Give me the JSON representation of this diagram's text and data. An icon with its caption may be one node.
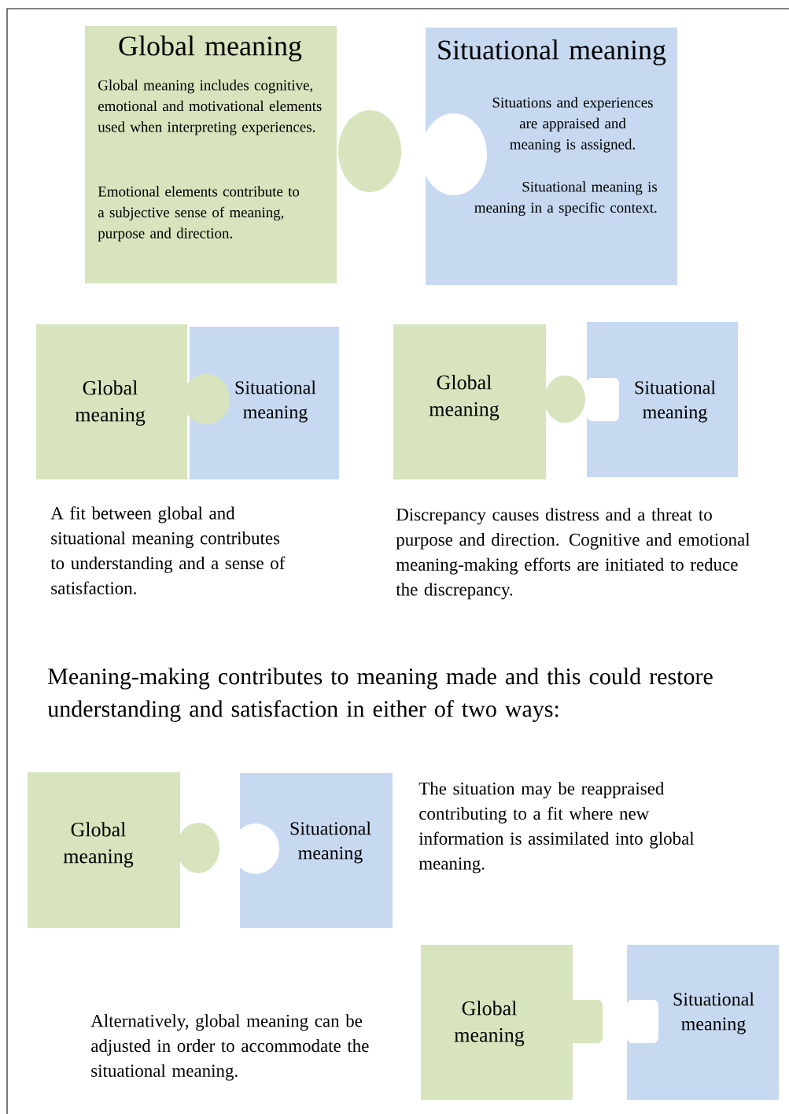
{
  "diagram": {
    "nodes": [
      {
        "text": [
          "Global meaning",
          "Global meaning includes cognitive, emotional and motivational elements used when interpreting experiences.",
          "Emotional elements contribute to a subjective sense of meaning, purpose and direction."
        ]
      },
      {
        "text": [
          "Situational meaning",
          "Situations and experiences are appraised and meaning is assigned.",
          "Situational meaning is meaning in a specific context."
        ]
      },
      {
        "text": [
          "Global meaning"
        ]
      },
      {
        "text": [
          "Situational meaning"
        ]
      },
      {
        "text": [
          "Global meaning"
        ]
      },
      {
        "text": [
          "Situational meaning"
        ]
      },
      {
        "text": [
          "Global meaning"
        ]
      },
      {
        "text": [
          "Situational meaning"
        ]
      },
      {
        "text": [
          "Global meaning"
        ]
      },
      {
        "text": [
          "Situational meaning"
        ]
      }
    ],
    "labels": [
      "A fit between global and situational meaning contributes to understanding and a sense of satisfaction.",
      "Discrepancy causes distress and a threat to purpose and direction. Cognitive and emotional meaning-making efforts are initiated to reduce the discrepancy.",
      "Meaning-making contributes to meaning made and this could restore understanding and satisfaction in either of two ways:",
      "The situation may be reappraised contributing to a fit where new information is assimilated into global meaning.",
      "Alternatively, global meaning can be adjusted in order to accommodate the situational meaning."
    ]
  }
}
